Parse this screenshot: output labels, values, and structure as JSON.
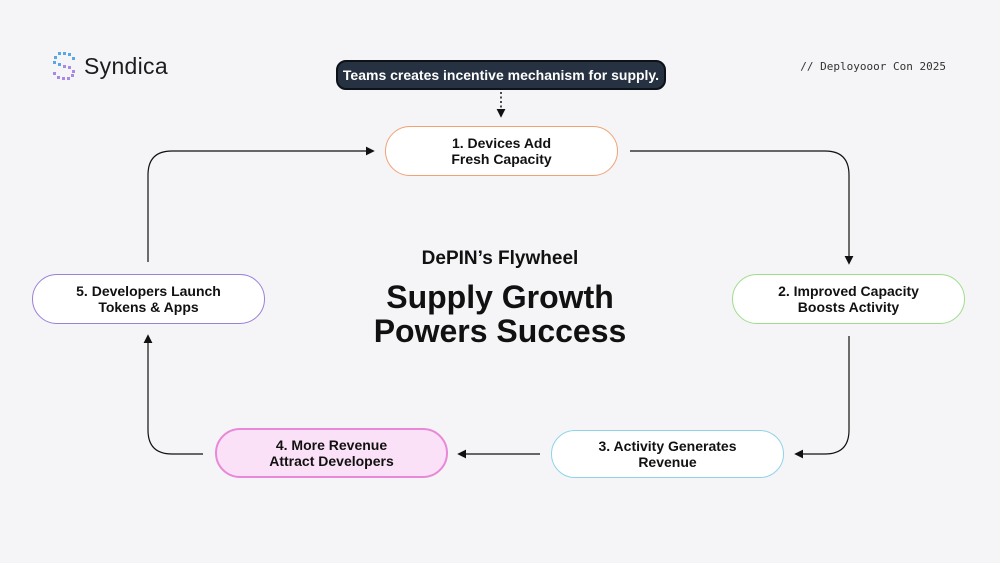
{
  "brand": {
    "name": "Syndica"
  },
  "event": "// Deployooor Con 2025",
  "callout": "Teams creates incentive mechanism for supply.",
  "center": {
    "subtitle": "DePIN’s Flywheel",
    "title_line1": "Supply Growth",
    "title_line2": "Powers Success"
  },
  "steps": [
    {
      "line1": "1. Devices Add",
      "line2": "Fresh Capacity",
      "color": "#f0a275"
    },
    {
      "line1": "2. Improved Capacity",
      "line2": "Boosts Activity",
      "color": "#9ede8a"
    },
    {
      "line1": "3. Activity Generates",
      "line2": "Revenue",
      "color": "#8fd3ea"
    },
    {
      "line1": "4. More Revenue",
      "line2": "Attract Developers",
      "color": "#e888d9"
    },
    {
      "line1": "5. Developers Launch",
      "line2": "Tokens & Apps",
      "color": "#9b80d8"
    }
  ]
}
